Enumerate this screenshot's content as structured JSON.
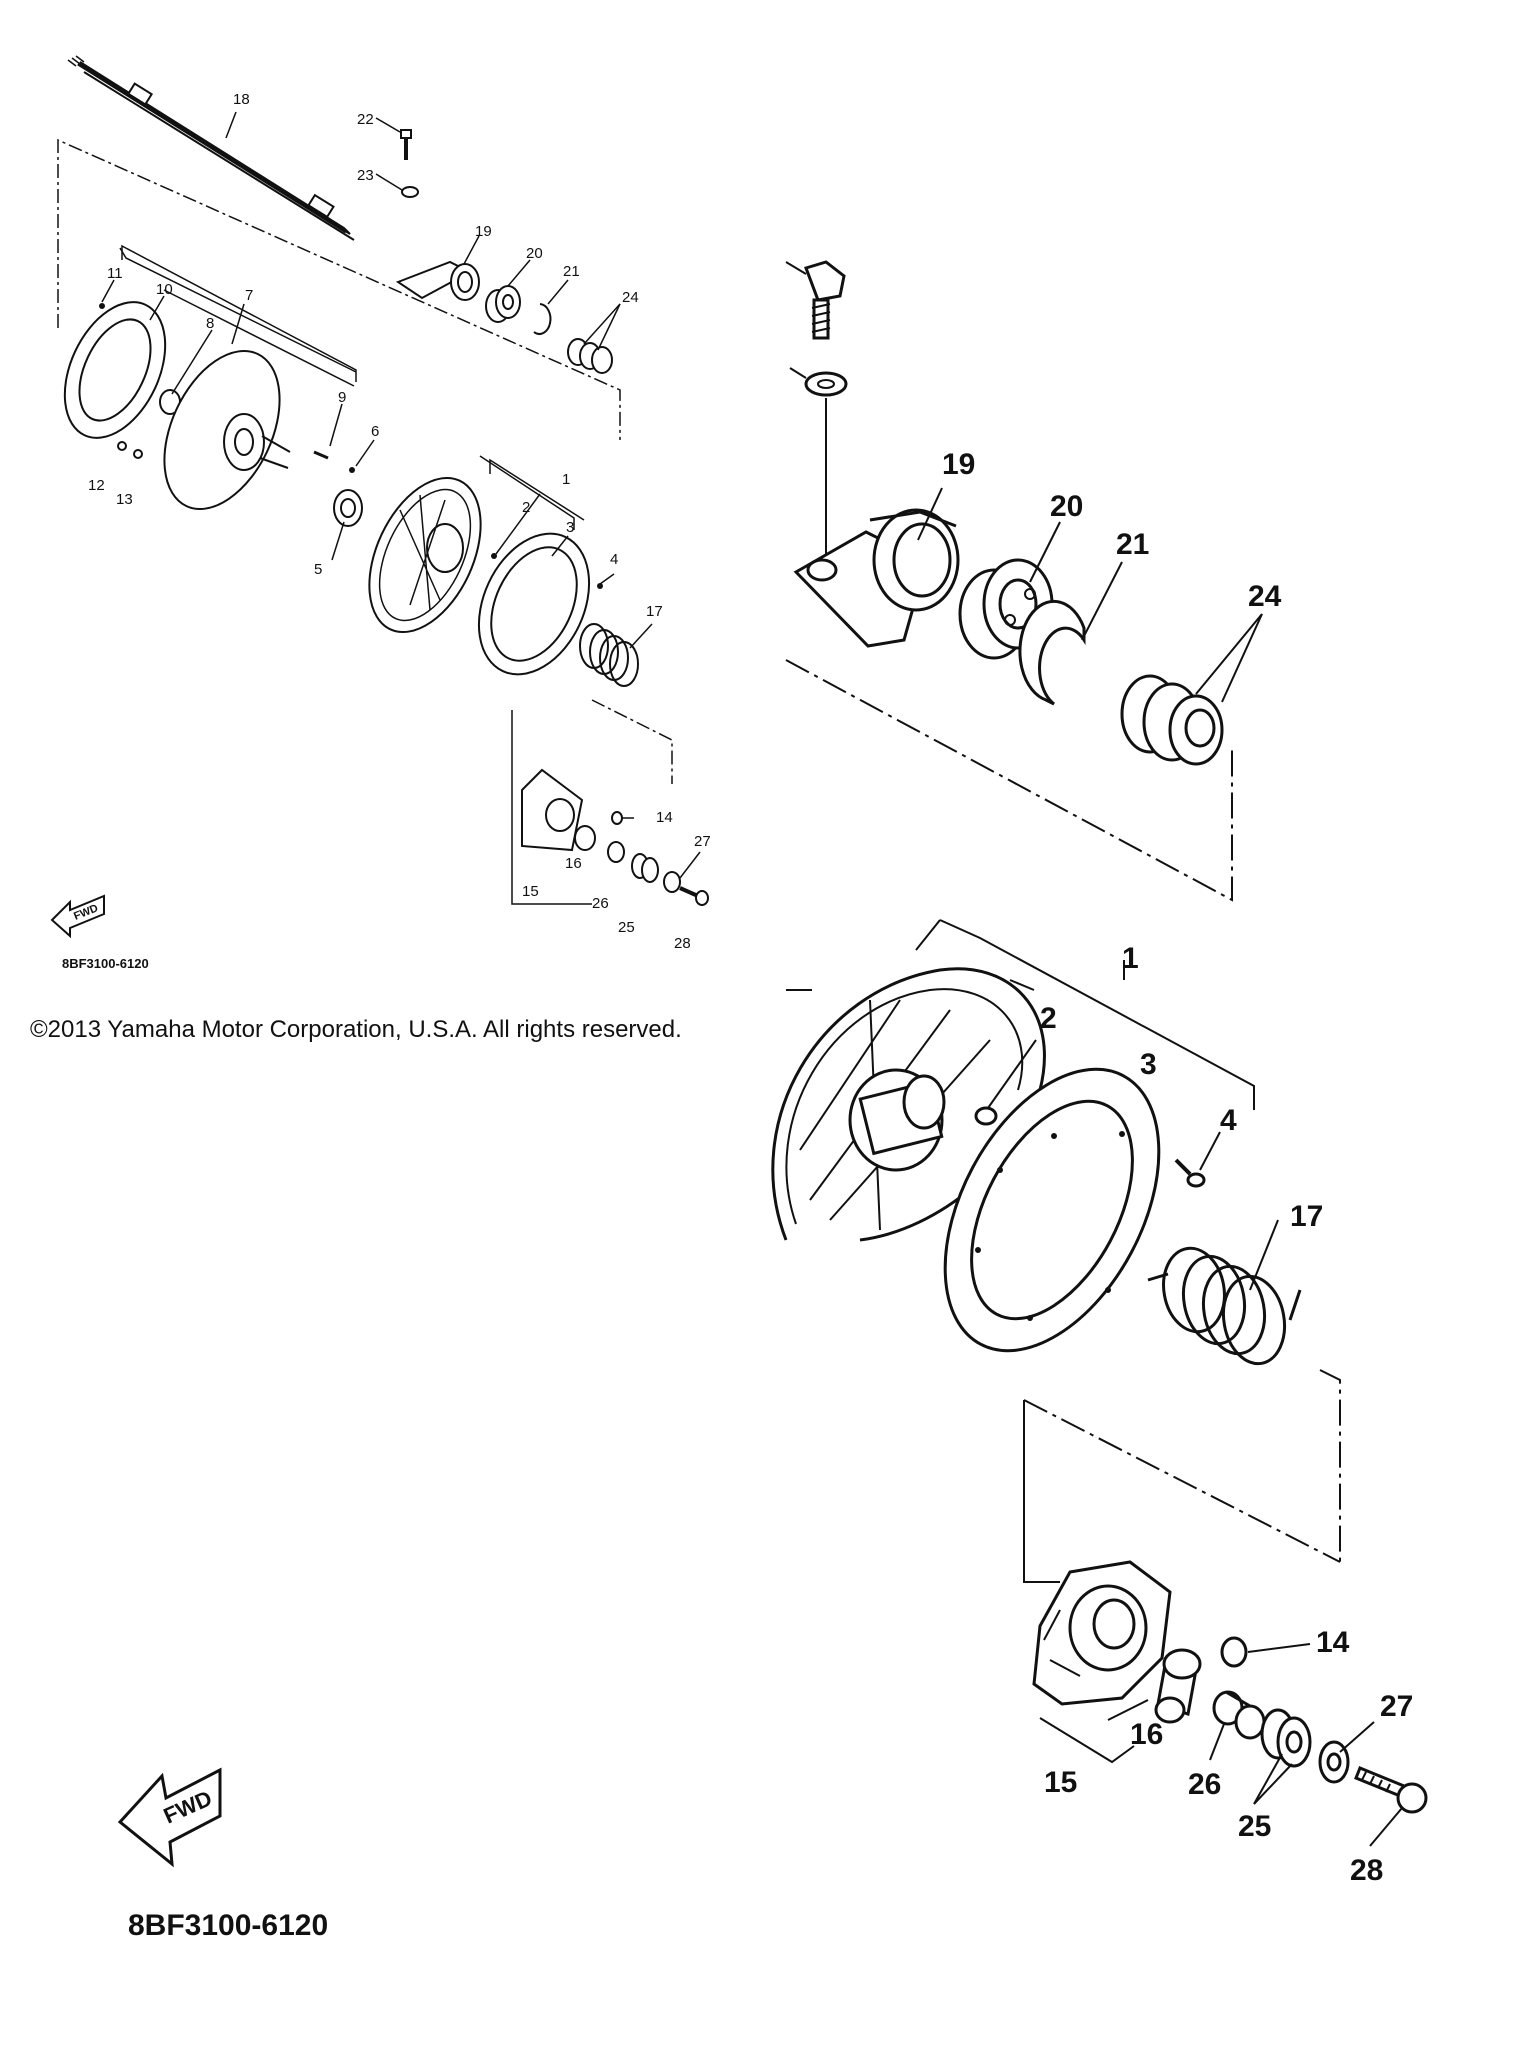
{
  "diagram": {
    "doc_code": "8BF3100-6120",
    "copyright": "©2013 Yamaha Motor Corporation, U.S.A. All rights reserved.",
    "fwd_label": "FWD",
    "small_view_labels": {
      "p1": "1",
      "p2": "2",
      "p3": "3",
      "p4": "4",
      "p5": "5",
      "p6": "6",
      "p7": "7",
      "p8": "8",
      "p9": "9",
      "p10": "10",
      "p11": "11",
      "p12": "12",
      "p13": "13",
      "p14": "14",
      "p15": "15",
      "p16": "16",
      "p17": "17",
      "p18": "18",
      "p19": "19",
      "p20": "20",
      "p21": "21",
      "p22": "22",
      "p23": "23",
      "p24": "24",
      "p25": "25",
      "p26": "26",
      "p27": "27",
      "p28": "28"
    },
    "large_view_labels": {
      "p1": "1",
      "p2": "2",
      "p3": "3",
      "p4": "4",
      "p14": "14",
      "p15": "15",
      "p16": "16",
      "p17": "17",
      "p19": "19",
      "p20": "20",
      "p21": "21",
      "p24": "24",
      "p25": "25",
      "p26": "26",
      "p27": "27",
      "p28": "28"
    }
  }
}
